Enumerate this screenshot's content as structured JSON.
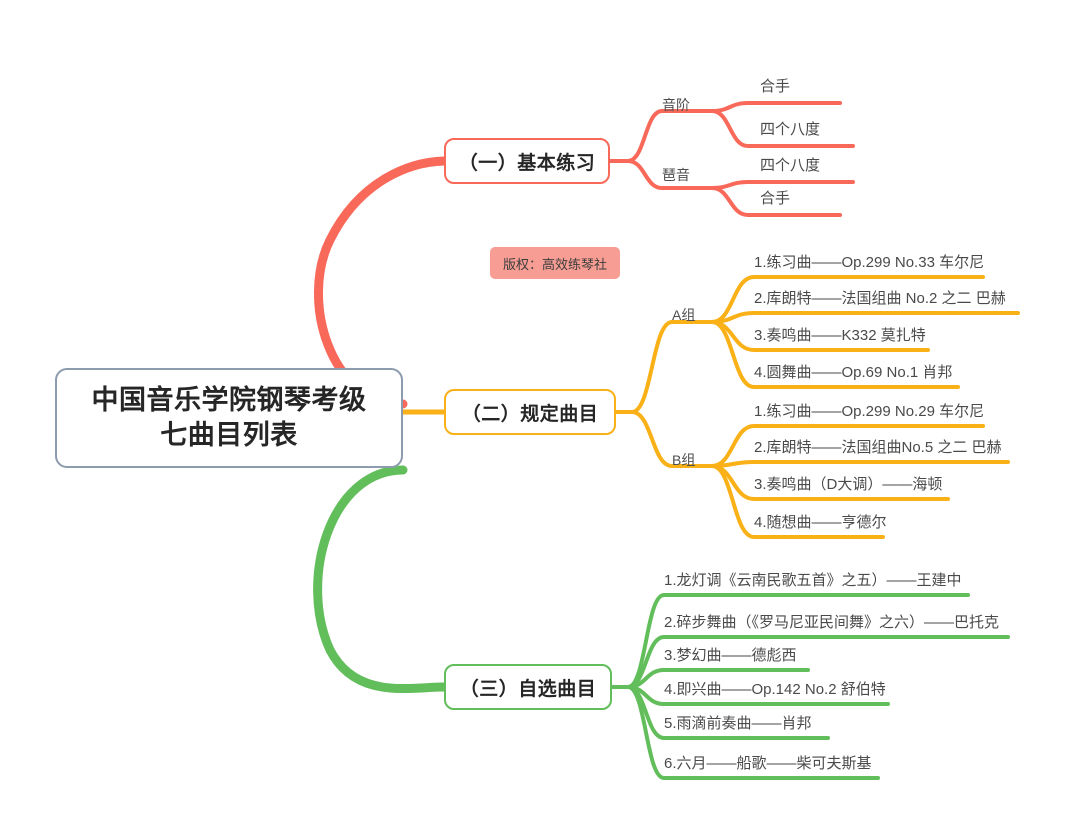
{
  "colors": {
    "root_border": "#8c9bae",
    "red": "#f9695a",
    "orange": "#f9b117",
    "green": "#62be5a",
    "badge_bg": "#f79d93",
    "text": "#4a4a4a",
    "background": "#ffffff"
  },
  "root": {
    "title": "中国音乐学院钢琴考级\n七曲目列表"
  },
  "copyright": {
    "label": "版权：高效练琴社"
  },
  "branches": [
    {
      "id": "basic",
      "label": "（一）基本练习",
      "color": "#f9695a",
      "groups": [
        {
          "label": "音阶",
          "items": [
            {
              "label": "合手"
            },
            {
              "label": "四个八度"
            }
          ]
        },
        {
          "label": "琶音",
          "items": [
            {
              "label": "四个八度"
            },
            {
              "label": "合手"
            }
          ]
        }
      ]
    },
    {
      "id": "required",
      "label": "（二）规定曲目",
      "color": "#f9b117",
      "groups": [
        {
          "label": "A组",
          "items": [
            {
              "label": "1.练习曲——Op.299 No.33 车尔尼"
            },
            {
              "label": "2.库朗特——法国组曲 No.2 之二 巴赫"
            },
            {
              "label": "3.奏鸣曲——K332 莫扎特"
            },
            {
              "label": "4.圆舞曲——Op.69 No.1 肖邦"
            }
          ]
        },
        {
          "label": "B组",
          "items": [
            {
              "label": "1.练习曲——Op.299 No.29 车尔尼"
            },
            {
              "label": "2.库朗特——法国组曲No.5 之二 巴赫"
            },
            {
              "label": "3.奏鸣曲（D大调）——海顿"
            },
            {
              "label": "4.随想曲——亨德尔"
            }
          ]
        }
      ]
    },
    {
      "id": "free",
      "label": "（三）自选曲目",
      "color": "#62be5a",
      "groups": [
        {
          "label": "",
          "items": [
            {
              "label": "1.龙灯调《云南民歌五首》之五）——王建中"
            },
            {
              "label": "2.碎步舞曲（《罗马尼亚民间舞》之六）——巴托克"
            },
            {
              "label": "3.梦幻曲——德彪西"
            },
            {
              "label": "4.即兴曲——Op.142 No.2 舒伯特"
            },
            {
              "label": "5.雨滴前奏曲——肖邦"
            },
            {
              "label": "6.六月——船歌——柴可夫斯基"
            }
          ]
        }
      ]
    }
  ]
}
